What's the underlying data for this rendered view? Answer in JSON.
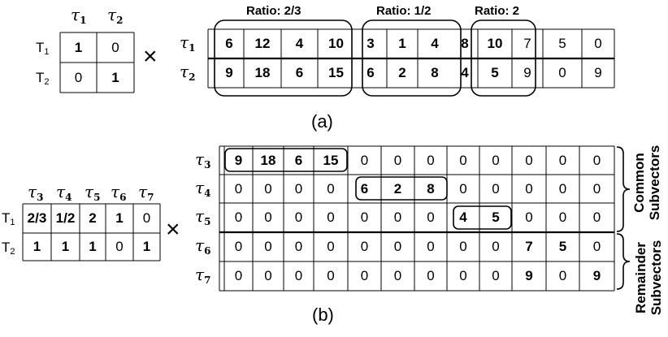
{
  "panel_a": {
    "caption": "(a)",
    "operator": "×",
    "coef": {
      "col_headers": [
        "τ",
        "τ"
      ],
      "col_subs": [
        "1",
        "2"
      ],
      "row_headers": [
        "T",
        "T"
      ],
      "row_subs": [
        "1",
        "2"
      ],
      "rows": [
        [
          "1",
          "0"
        ],
        [
          "0",
          "1"
        ]
      ],
      "bold": [
        [
          true,
          false
        ],
        [
          false,
          true
        ]
      ]
    },
    "vec": {
      "row_labels": [
        "τ",
        "τ"
      ],
      "row_subs": [
        "1",
        "2"
      ],
      "rows": [
        [
          "6",
          "12",
          "4",
          "10",
          "3",
          "1",
          "4",
          "8",
          "10",
          "7",
          "5",
          "0"
        ],
        [
          "9",
          "18",
          "6",
          "15",
          "6",
          "2",
          "8",
          "4",
          "5",
          "9",
          "0",
          "9"
        ]
      ],
      "bold_cols": [
        0,
        1,
        2,
        3,
        4,
        5,
        6,
        7,
        8
      ]
    },
    "ratios": [
      "Ratio: 2/3",
      "Ratio: 1/2",
      "Ratio: 2"
    ]
  },
  "panel_b": {
    "caption": "(b)",
    "operator": "×",
    "coef": {
      "col_headers": [
        "τ",
        "τ",
        "τ",
        "τ",
        "τ"
      ],
      "col_subs": [
        "3",
        "4",
        "5",
        "6",
        "7"
      ],
      "row_headers": [
        "T",
        "T"
      ],
      "row_subs": [
        "1",
        "2"
      ],
      "rows": [
        [
          "2/3",
          "1/2",
          "2",
          "1",
          "0"
        ],
        [
          "1",
          "1",
          "1",
          "0",
          "1"
        ]
      ],
      "bold": [
        [
          true,
          true,
          true,
          true,
          false
        ],
        [
          true,
          true,
          true,
          false,
          true
        ]
      ]
    },
    "vec": {
      "row_labels": [
        "τ",
        "τ",
        "τ",
        "τ",
        "τ"
      ],
      "row_subs": [
        "3",
        "4",
        "5",
        "6",
        "7"
      ],
      "rows": [
        [
          "9",
          "18",
          "6",
          "15",
          "0",
          "0",
          "0",
          "0",
          "0",
          "0",
          "0",
          "0"
        ],
        [
          "0",
          "0",
          "0",
          "0",
          "6",
          "2",
          "8",
          "0",
          "0",
          "0",
          "0",
          "0"
        ],
        [
          "0",
          "0",
          "0",
          "0",
          "0",
          "0",
          "0",
          "4",
          "5",
          "0",
          "0",
          "0"
        ],
        [
          "0",
          "0",
          "0",
          "0",
          "0",
          "0",
          "0",
          "0",
          "0",
          "7",
          "5",
          "0"
        ],
        [
          "0",
          "0",
          "0",
          "0",
          "0",
          "0",
          "0",
          "0",
          "0",
          "9",
          "0",
          "9"
        ]
      ],
      "bold": [
        [
          true,
          true,
          true,
          true,
          false,
          false,
          false,
          false,
          false,
          false,
          false,
          false
        ],
        [
          false,
          false,
          false,
          false,
          true,
          true,
          true,
          false,
          false,
          false,
          false,
          false
        ],
        [
          false,
          false,
          false,
          false,
          false,
          false,
          false,
          true,
          true,
          false,
          false,
          false
        ],
        [
          false,
          false,
          false,
          false,
          false,
          false,
          false,
          false,
          false,
          true,
          true,
          false
        ],
        [
          false,
          false,
          false,
          false,
          false,
          false,
          false,
          false,
          false,
          true,
          false,
          true
        ]
      ]
    },
    "common_label": "Common Subvectors",
    "common_lines": [
      "Common",
      "Subvectors"
    ],
    "remainder_label": "Remainder Subvectors",
    "remainder_lines": [
      "Remainder",
      "Subvectors"
    ]
  }
}
